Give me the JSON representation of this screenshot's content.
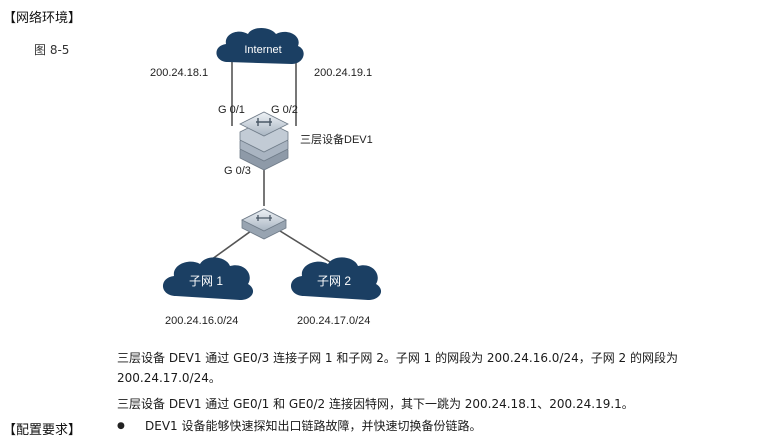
{
  "sections": {
    "network_env": "【网络环境】",
    "config_req": "【配置要求】"
  },
  "figure": {
    "label": "图 8-5",
    "internet_label": "Internet",
    "left_ip": "200.24.18.1",
    "right_ip": "200.24.19.1",
    "port_g01": "G 0/1",
    "port_g02": "G 0/2",
    "port_g03": "G 0/3",
    "dev1_label": "三层设备DEV1",
    "subnet1_label": "子网 1",
    "subnet2_label": "子网 2",
    "subnet1_ip": "200.24.16.0/24",
    "subnet2_ip": "200.24.17.0/24"
  },
  "paragraphs": {
    "p1_line1": "三层设备 DEV1 通过 GE0/3 连接子网 1 和子网 2。子网 1 的网段为 200.24.16.0/24，子网 2 的网段为",
    "p1_line2": "200.24.17.0/24。",
    "p2": "三层设备 DEV1 通过 GE0/1 和 GE0/2 连接因特网，其下一跳为 200.24.18.1、200.24.19.1。"
  },
  "requirements": {
    "bullet_symbol": "●",
    "item1": "DEV1 设备能够快速探知出口链路故障，并快速切换备份链路。"
  },
  "colors": {
    "cloud_fill": "#1b3f63",
    "device_top": "#dde3ea",
    "device_side": "#9aa6b3",
    "line": "#555555"
  }
}
